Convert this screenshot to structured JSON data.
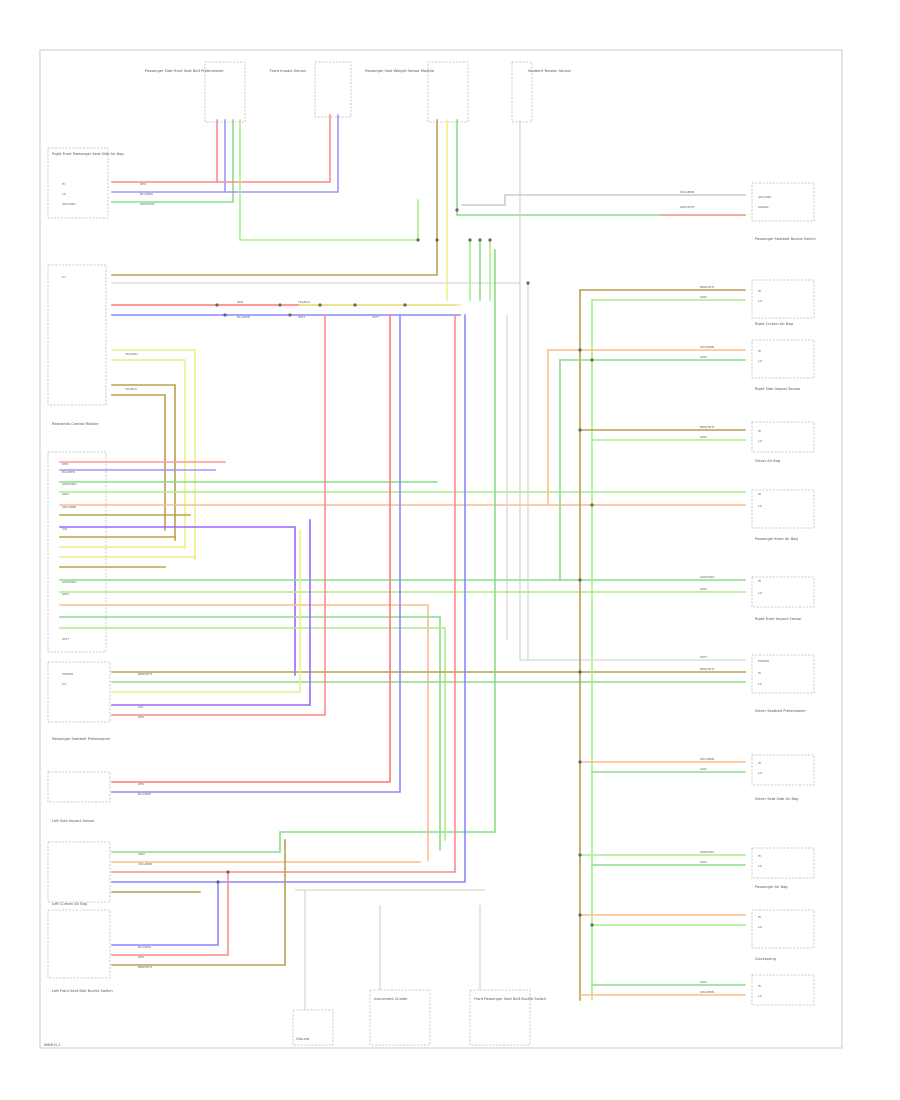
{
  "diagram": {
    "footer_code": "W84H1-1",
    "components": {
      "top_left_module": "Passenger Side Front Seat Belt Pretensioner",
      "top_front_sensor": "Front Impact Sensor",
      "top_passenger_module": "Passenger Seat Weight Sensor Module",
      "top_right_switch": "Seatbelt Tension Sensor",
      "left_front_sensor": "Right Front Passenger Seat Side Air Bag",
      "left_restraint_module": "Restraints Control Module",
      "left_pretensioner_lower": "Passenger Seatbelt Pretensioner",
      "left_side_impact": "Left Side Impact Sensor",
      "left_curtain": "Left Curtain Air Bag",
      "left_lower_sensor": "Left Front Seat Belt Buckle Switch",
      "right_1": "Passenger Seatbelt Buckle Switch",
      "right_2": "Right Curtain Air Bag",
      "right_3": "Right Side Impact Sensor",
      "right_4": "Driver Air Bag",
      "right_5": "Passenger Knee Air Bag",
      "right_6": "Right Front Impact Sensor",
      "right_7": "Driver Seatbelt Pretensioner",
      "right_8": "Driver Seat Side Air Bag",
      "right_9": "Passenger Air Bag",
      "right_10": "Clockspring",
      "bottom_1": "Ground",
      "bottom_2": "Instrument Cluster",
      "bottom_3": "Front Passenger Seat Belt Buckle Switch"
    },
    "wire_labels": {
      "red": "RED",
      "yel_blk": "YEL/BLK",
      "grn_wht": "GRN/WHT",
      "blu_red": "BLU/RED",
      "brn_wht": "BRN/WHT",
      "grn_org": "GRN/ORG",
      "org_brn": "ORG/BRN",
      "yel_red": "YEL/RED",
      "wht": "WHT",
      "blk": "BLK",
      "vio": "VIO",
      "grn": "GRN"
    },
    "pin_labels": {
      "hi": "HI",
      "lo": "LO",
      "ground": "GROUND",
      "signal": "SIGNAL",
      "power": "POWER",
      "c1": "C1",
      "c2": "C2"
    }
  }
}
